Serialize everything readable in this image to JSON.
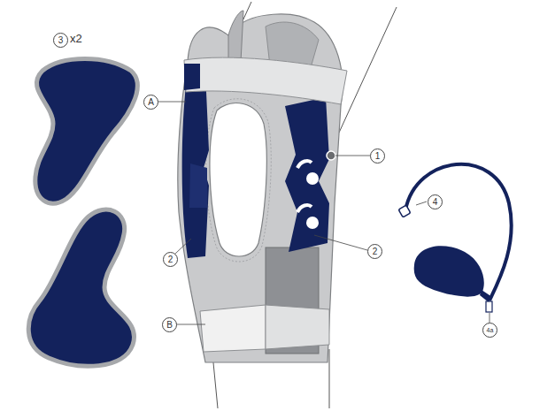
{
  "diagram": {
    "labels": [
      "3",
      "x2",
      "A",
      "1",
      "2",
      "2",
      "B",
      "4",
      "4a"
    ]
  }
}
